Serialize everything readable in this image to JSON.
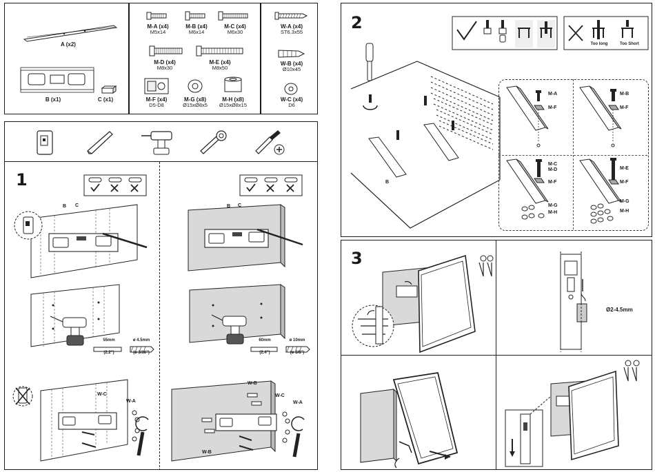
{
  "parts": {
    "a": {
      "label": "A (x2)"
    },
    "b": {
      "label": "B (x1)"
    },
    "c": {
      "label": "C (x1)"
    }
  },
  "hardware": [
    {
      "code": "M-A (x4)",
      "size": "M5x14"
    },
    {
      "code": "M-B (x4)",
      "size": "M6x14"
    },
    {
      "code": "M-C (x4)",
      "size": "M6x30"
    },
    {
      "code": "M-D (x4)",
      "size": "M8x30"
    },
    {
      "code": "M-E (x4)",
      "size": "M8x50"
    },
    {
      "code": "M-F (x4)",
      "size": "D5-D8"
    },
    {
      "code": "M-G (x8)",
      "size": "Ø15xØ8x5"
    },
    {
      "code": "M-H (x8)",
      "size": "Ø15xØ8x15"
    }
  ],
  "wall_hardware": [
    {
      "code": "W-A (x4)",
      "size": "ST6.3x55"
    },
    {
      "code": "W-B (x4)",
      "size": "Ø10x45"
    },
    {
      "code": "W-C (x4)",
      "size": "D6"
    }
  ],
  "steps": {
    "one": "1",
    "two": "2",
    "three": "3"
  },
  "step1": {
    "left_b": "B",
    "left_c": "C",
    "right_b": "B",
    "right_c": "C",
    "wood_drill_len": "55mm",
    "wood_drill_len_in": "(2.2\")",
    "wood_drill_dia": "ø 4.5mm",
    "wood_drill_dia_in": "(ø 3/16\")",
    "conc_drill_len": "60mm",
    "conc_drill_len_in": "(2.4\")",
    "conc_drill_dia": "ø 10mm",
    "conc_drill_dia_in": "(ø 3/8\")",
    "wc_left": "W-C",
    "wa_left": "W-A",
    "wb_top": "W-B",
    "wc_right": "W-C",
    "wa_right": "W-A",
    "wb_bottom": "W-B"
  },
  "step2": {
    "too_long": "Too long",
    "too_short": "Too Short",
    "b_label": "B",
    "detail_1_a": "M-A",
    "detail_1_b": "M-F",
    "detail_2_a": "M-B",
    "detail_2_b": "M-F",
    "detail_3_a": "M-C",
    "detail_3_b": "M-D",
    "detail_3_c": "M-F",
    "detail_3_d": "M-G",
    "detail_3_e": "M-H",
    "detail_4_a": "M-E",
    "detail_4_b": "M-F",
    "detail_4_c": "M-G",
    "detail_4_d": "M-H"
  },
  "step3": {
    "lock_diameter": "Ø2-4.5mm"
  }
}
